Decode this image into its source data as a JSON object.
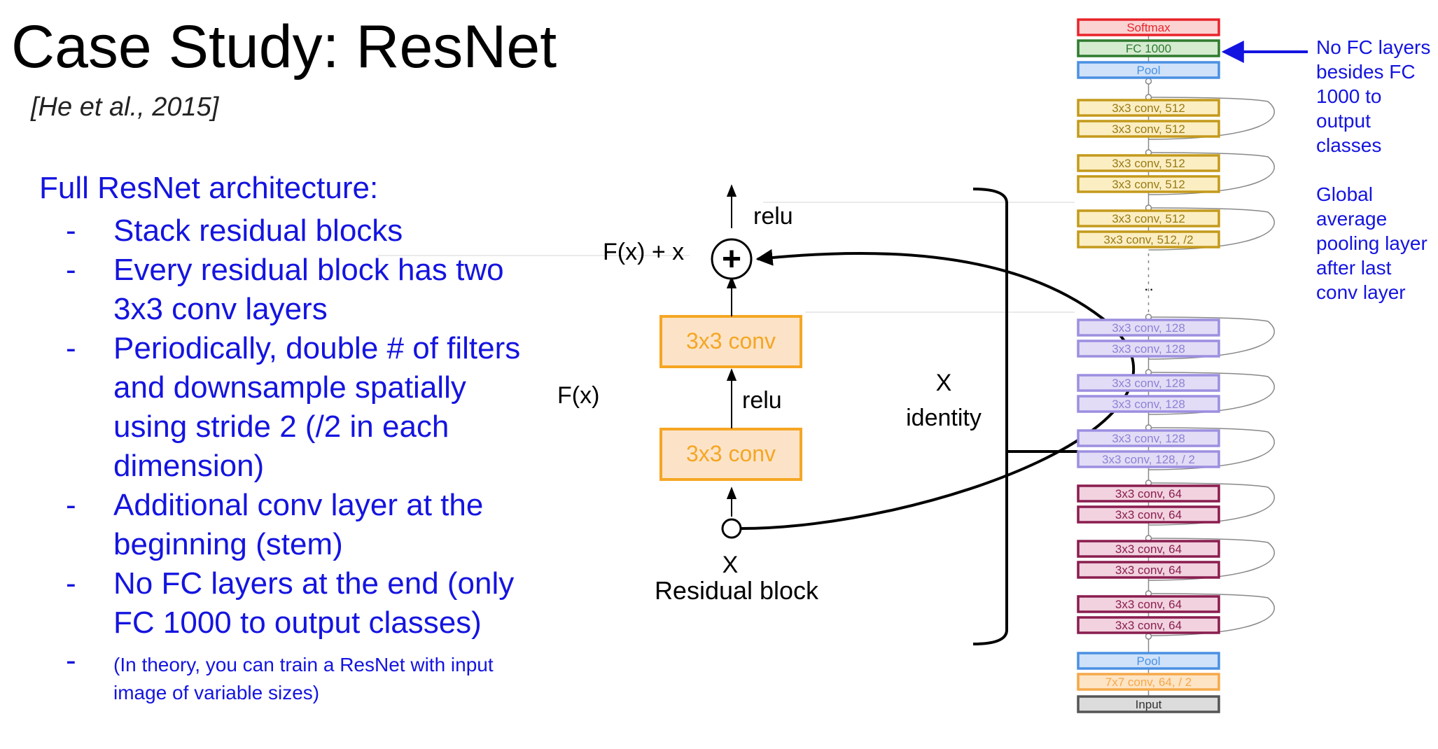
{
  "title": "Case Study: ResNet",
  "citation": "[He et al., 2015]",
  "description": {
    "heading": "Full ResNet architecture:",
    "bullets": [
      "Stack residual blocks",
      "Every residual block has two 3x3 conv layers",
      "Periodically, double # of filters and downsample spatially using stride 2 (/2 in each dimension)",
      "Additional conv layer at the beginning (stem)",
      "No FC layers at the end (only FC 1000 to output classes)"
    ],
    "footnote": "(In theory, you can train a ResNet with input image of variable sizes)",
    "dash": "-"
  },
  "residual_block": {
    "title": "Residual block",
    "input_label": "X",
    "fx_label": "F(x)",
    "sum_label": "F(x) + x",
    "relu_top": "relu",
    "relu_mid": "relu",
    "conv_top": "3x3 conv",
    "conv_bottom": "3x3 conv",
    "identity_x": "X",
    "identity_label": "identity",
    "plus": "+"
  },
  "network_layers": [
    {
      "label": "Softmax",
      "kind": "softmax"
    },
    {
      "label": "FC 1000",
      "kind": "fc"
    },
    {
      "label": "Pool",
      "kind": "pool"
    },
    {
      "label": "3x3 conv, 512",
      "kind": "c512"
    },
    {
      "label": "3x3 conv, 512",
      "kind": "c512"
    },
    {
      "label": "3x3 conv, 512",
      "kind": "c512"
    },
    {
      "label": "3x3 conv, 512",
      "kind": "c512"
    },
    {
      "label": "3x3 conv, 512",
      "kind": "c512"
    },
    {
      "label": "3x3 conv, 512, /2",
      "kind": "c512"
    },
    {
      "label": "3x3 conv, 128",
      "kind": "c128"
    },
    {
      "label": "3x3 conv, 128",
      "kind": "c128"
    },
    {
      "label": "3x3 conv, 128",
      "kind": "c128"
    },
    {
      "label": "3x3 conv, 128",
      "kind": "c128"
    },
    {
      "label": "3x3 conv, 128",
      "kind": "c128"
    },
    {
      "label": "3x3 conv, 128, / 2",
      "kind": "c128"
    },
    {
      "label": "3x3 conv, 64",
      "kind": "c64"
    },
    {
      "label": "3x3 conv, 64",
      "kind": "c64"
    },
    {
      "label": "3x3 conv, 64",
      "kind": "c64"
    },
    {
      "label": "3x3 conv, 64",
      "kind": "c64"
    },
    {
      "label": "3x3 conv, 64",
      "kind": "c64"
    },
    {
      "label": "3x3 conv, 64",
      "kind": "c64"
    },
    {
      "label": "Pool",
      "kind": "pool"
    },
    {
      "label": "7x7 conv, 64, / 2",
      "kind": "stem"
    },
    {
      "label": "Input",
      "kind": "input"
    }
  ],
  "layer_styles": {
    "softmax": {
      "stroke": "#e8242b",
      "fill": "#fbd3d3",
      "text": "#e8242b"
    },
    "fc": {
      "stroke": "#2f7a2f",
      "fill": "#d4ebd0",
      "text": "#2f7a2f"
    },
    "pool": {
      "stroke": "#4a90e2",
      "fill": "#cfe2fa",
      "text": "#4a90e2"
    },
    "c512": {
      "stroke": "#c49a1c",
      "fill": "#fbeec2",
      "text": "#9a7a14"
    },
    "c128": {
      "stroke": "#9c8fe0",
      "fill": "#e2dcf6",
      "text": "#8e82d6"
    },
    "c64": {
      "stroke": "#8a1d4f",
      "fill": "#f1d2de",
      "text": "#8a1d4f"
    },
    "stem": {
      "stroke": "#f5a84a",
      "fill": "#fde4c4",
      "text": "#f5a84a"
    },
    "input": {
      "stroke": "#555555",
      "fill": "#dcdcdc",
      "text": "#333333"
    }
  },
  "dots": "··",
  "notes": {
    "fc": "No FC layers\nbesides FC\n1000 to\noutput\nclasses",
    "pool": "Global\naverage\npooling layer\nafter last\nconv layer"
  },
  "colors": {
    "accent_blue": "#1414e0",
    "conv_orange": "#f5a623",
    "conv_fill": "#fce3c8"
  }
}
